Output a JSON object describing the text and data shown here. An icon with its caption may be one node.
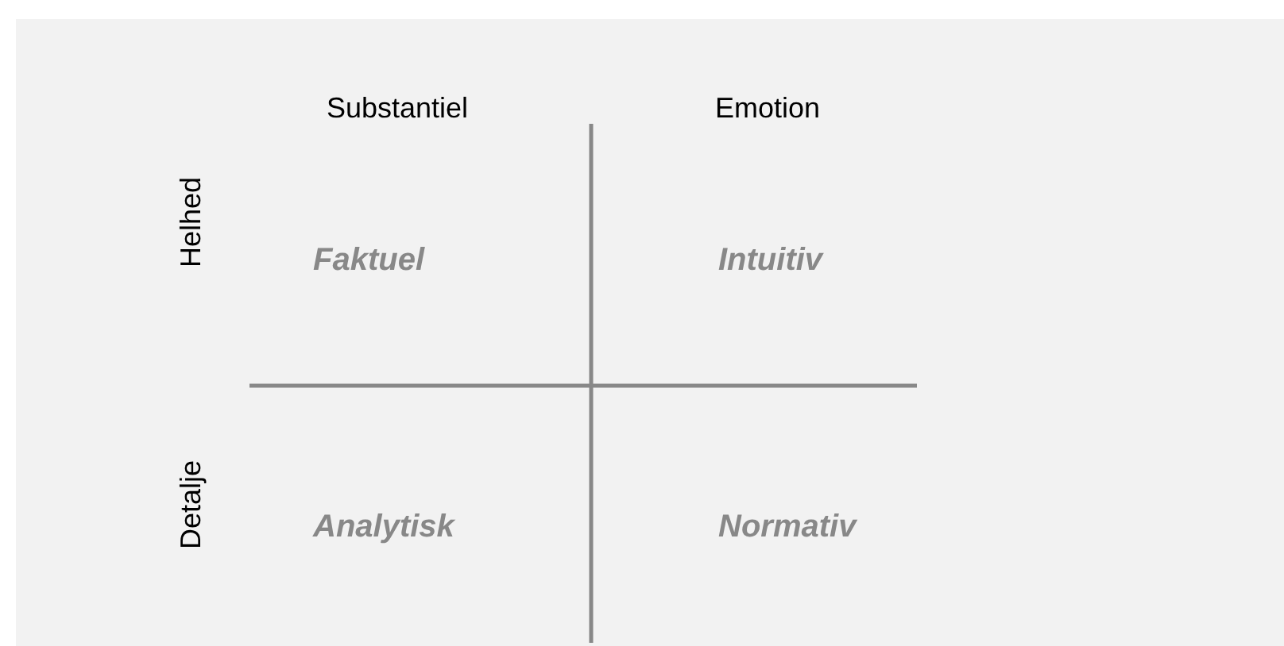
{
  "diagram": {
    "labels": [
      "Substantiel",
      "Emotion",
      "Helhed",
      "Faktuel",
      "Intuitiv",
      "Detalje",
      "Analytisk",
      "Normativ"
    ]
  }
}
